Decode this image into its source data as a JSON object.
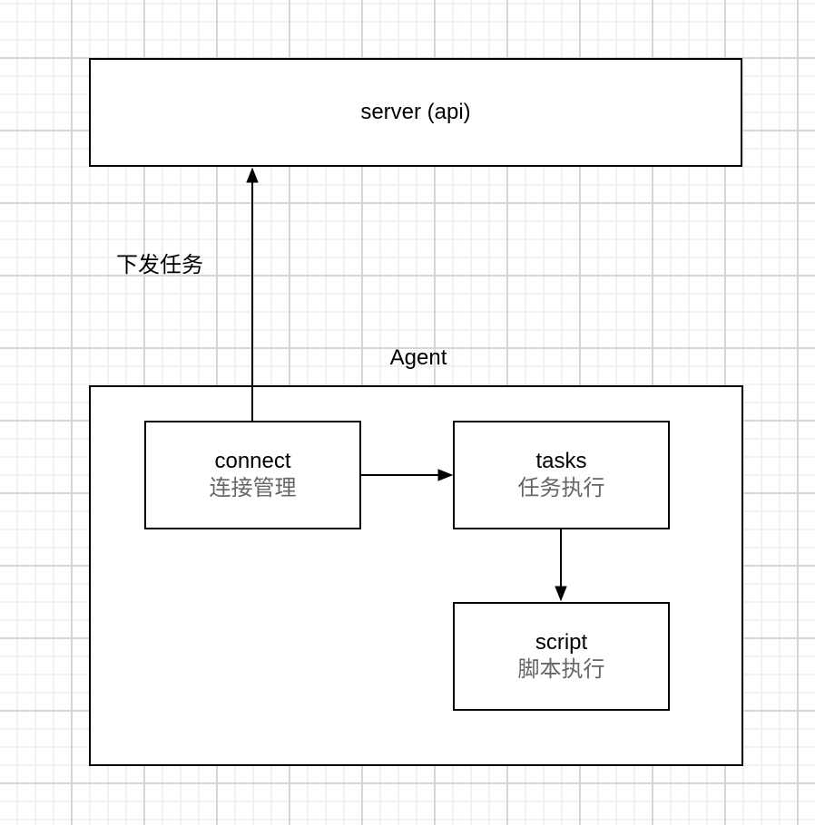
{
  "diagram": {
    "server": {
      "label": "server (api)"
    },
    "agent_label": "Agent",
    "nodes": {
      "connect": {
        "title": "connect",
        "subtitle": "连接管理"
      },
      "tasks": {
        "title": "tasks",
        "subtitle": "任务执行"
      },
      "script": {
        "title": "script",
        "subtitle": "脚本执行"
      }
    },
    "edge_labels": {
      "dispatch": "下发任务"
    },
    "colors": {
      "shape_stroke": "#000000",
      "title_text": "#000000",
      "subtitle_text": "#666666",
      "background": "#ffffff",
      "grid_minor": "#f1f1f1",
      "grid_major": "#d6d6d6"
    }
  }
}
